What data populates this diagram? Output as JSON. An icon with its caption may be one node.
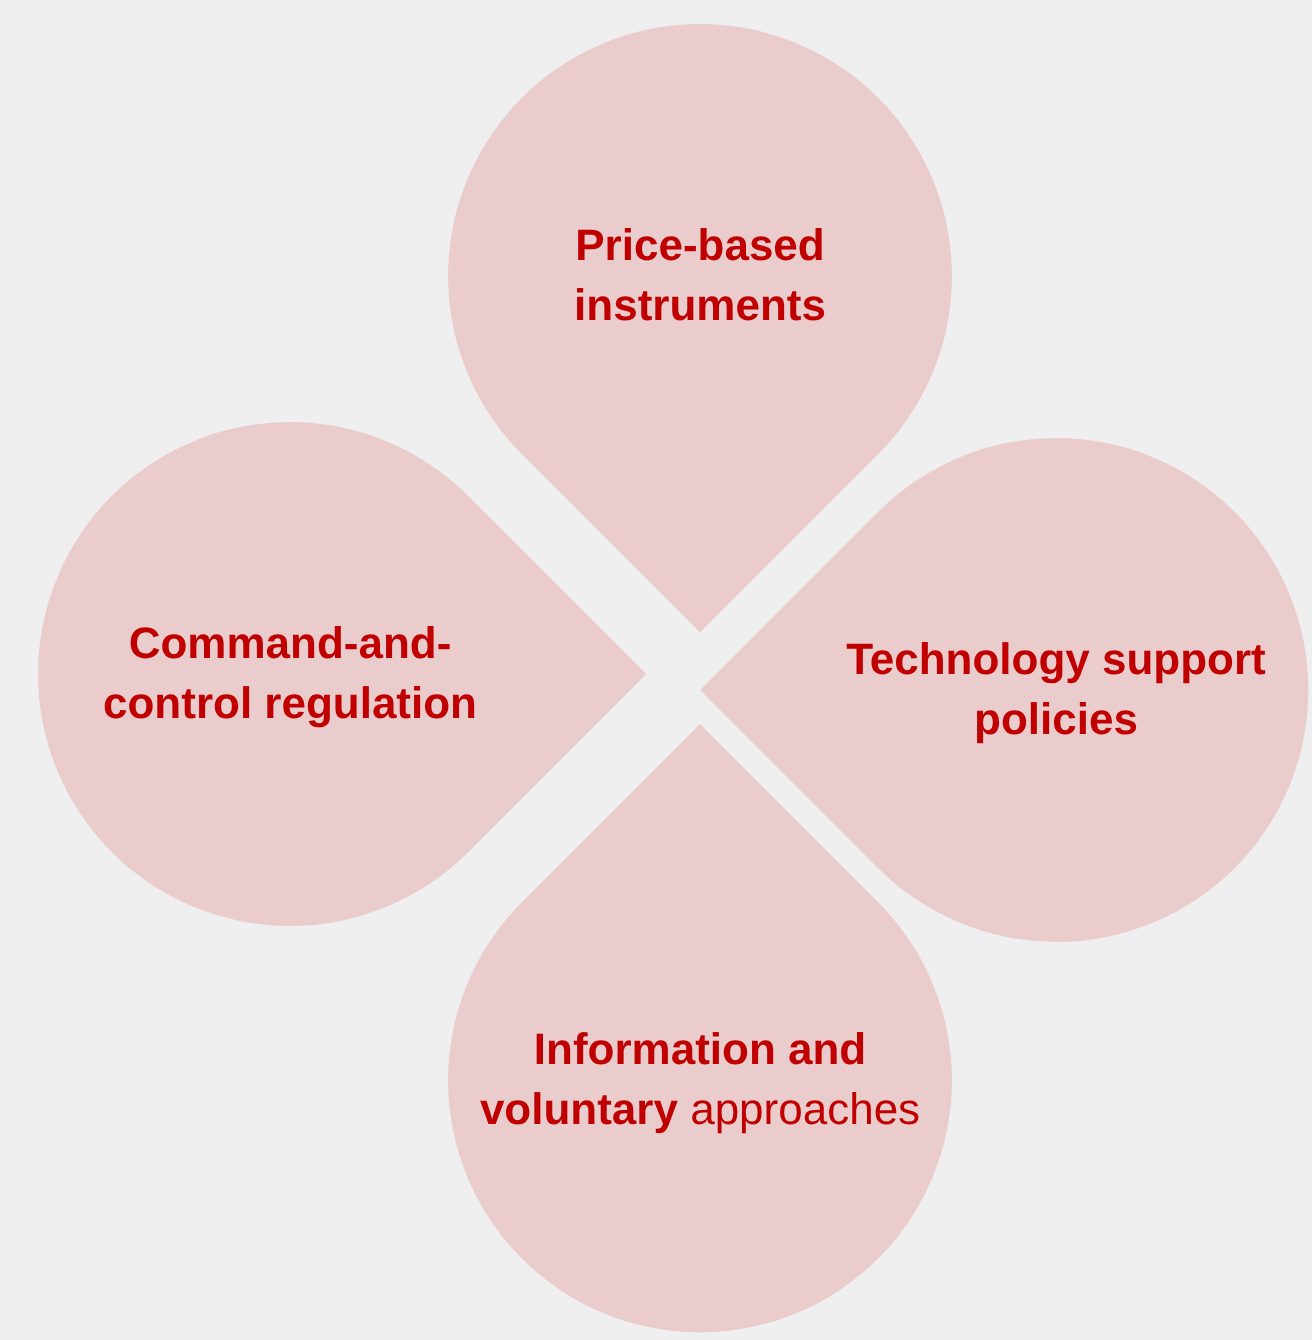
{
  "diagram": {
    "nodes": [
      {
        "text": [
          "Price-based instruments"
        ]
      },
      {
        "text": [
          "Command-and-control regulation"
        ]
      },
      {
        "text": [
          "Technology support policies"
        ]
      },
      {
        "text": [
          "**Information and voluntary** approaches"
        ]
      }
    ]
  }
}
